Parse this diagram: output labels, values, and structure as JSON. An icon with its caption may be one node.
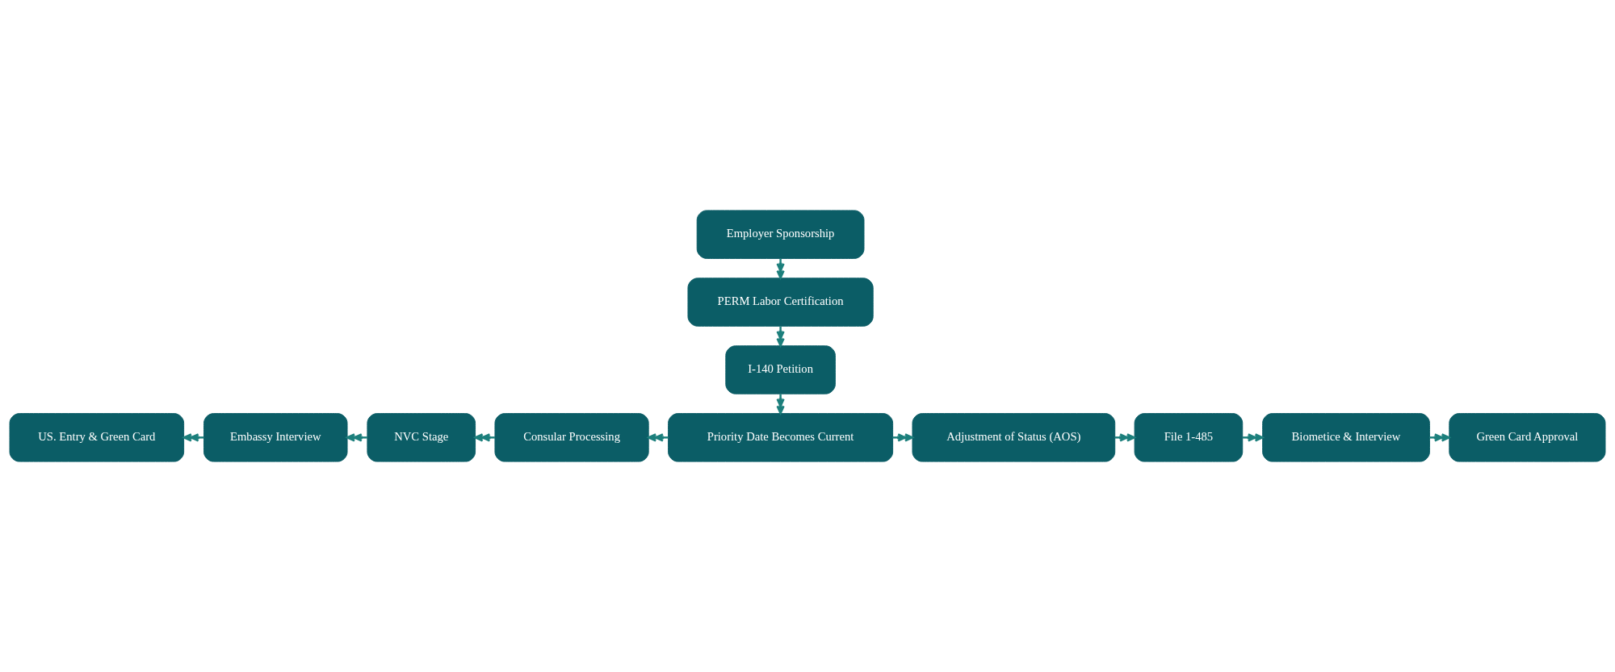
{
  "diagram": {
    "nodes": [
      {
        "text": [
          "Employer Sponsorship"
        ]
      },
      {
        "text": [
          "PERM Labor Certification"
        ]
      },
      {
        "text": [
          "I-140 Petition"
        ]
      },
      {
        "text": [
          "US. Entry & Green Card"
        ]
      },
      {
        "text": [
          "Embassy Interview"
        ]
      },
      {
        "text": [
          "NVC Stage"
        ]
      },
      {
        "text": [
          "Consular Processing"
        ]
      },
      {
        "text": [
          "Priority Date Becomes Current"
        ]
      },
      {
        "text": [
          "Adjustment of Status (AOS)"
        ]
      },
      {
        "text": [
          "File 1-485"
        ]
      },
      {
        "text": [
          "Biometice & Interview"
        ]
      },
      {
        "text": [
          "Green Card Approval"
        ]
      }
    ],
    "edges": [
      {
        "from": 0,
        "to": 1,
        "arrow": "to"
      },
      {
        "from": 1,
        "to": 2,
        "arrow": "to"
      },
      {
        "from": 2,
        "to": 7,
        "arrow": "to"
      },
      {
        "from": 7,
        "to": 6,
        "arrow": "to"
      },
      {
        "from": 6,
        "to": 5,
        "arrow": "to"
      },
      {
        "from": 5,
        "to": 4,
        "arrow": "to"
      },
      {
        "from": 4,
        "to": 3,
        "arrow": "to"
      },
      {
        "from": 7,
        "to": 8,
        "arrow": "to"
      },
      {
        "from": 8,
        "to": 9,
        "arrow": "to"
      },
      {
        "from": 9,
        "to": 10,
        "arrow": "to"
      },
      {
        "from": 10,
        "to": 11,
        "arrow": "to"
      }
    ]
  }
}
